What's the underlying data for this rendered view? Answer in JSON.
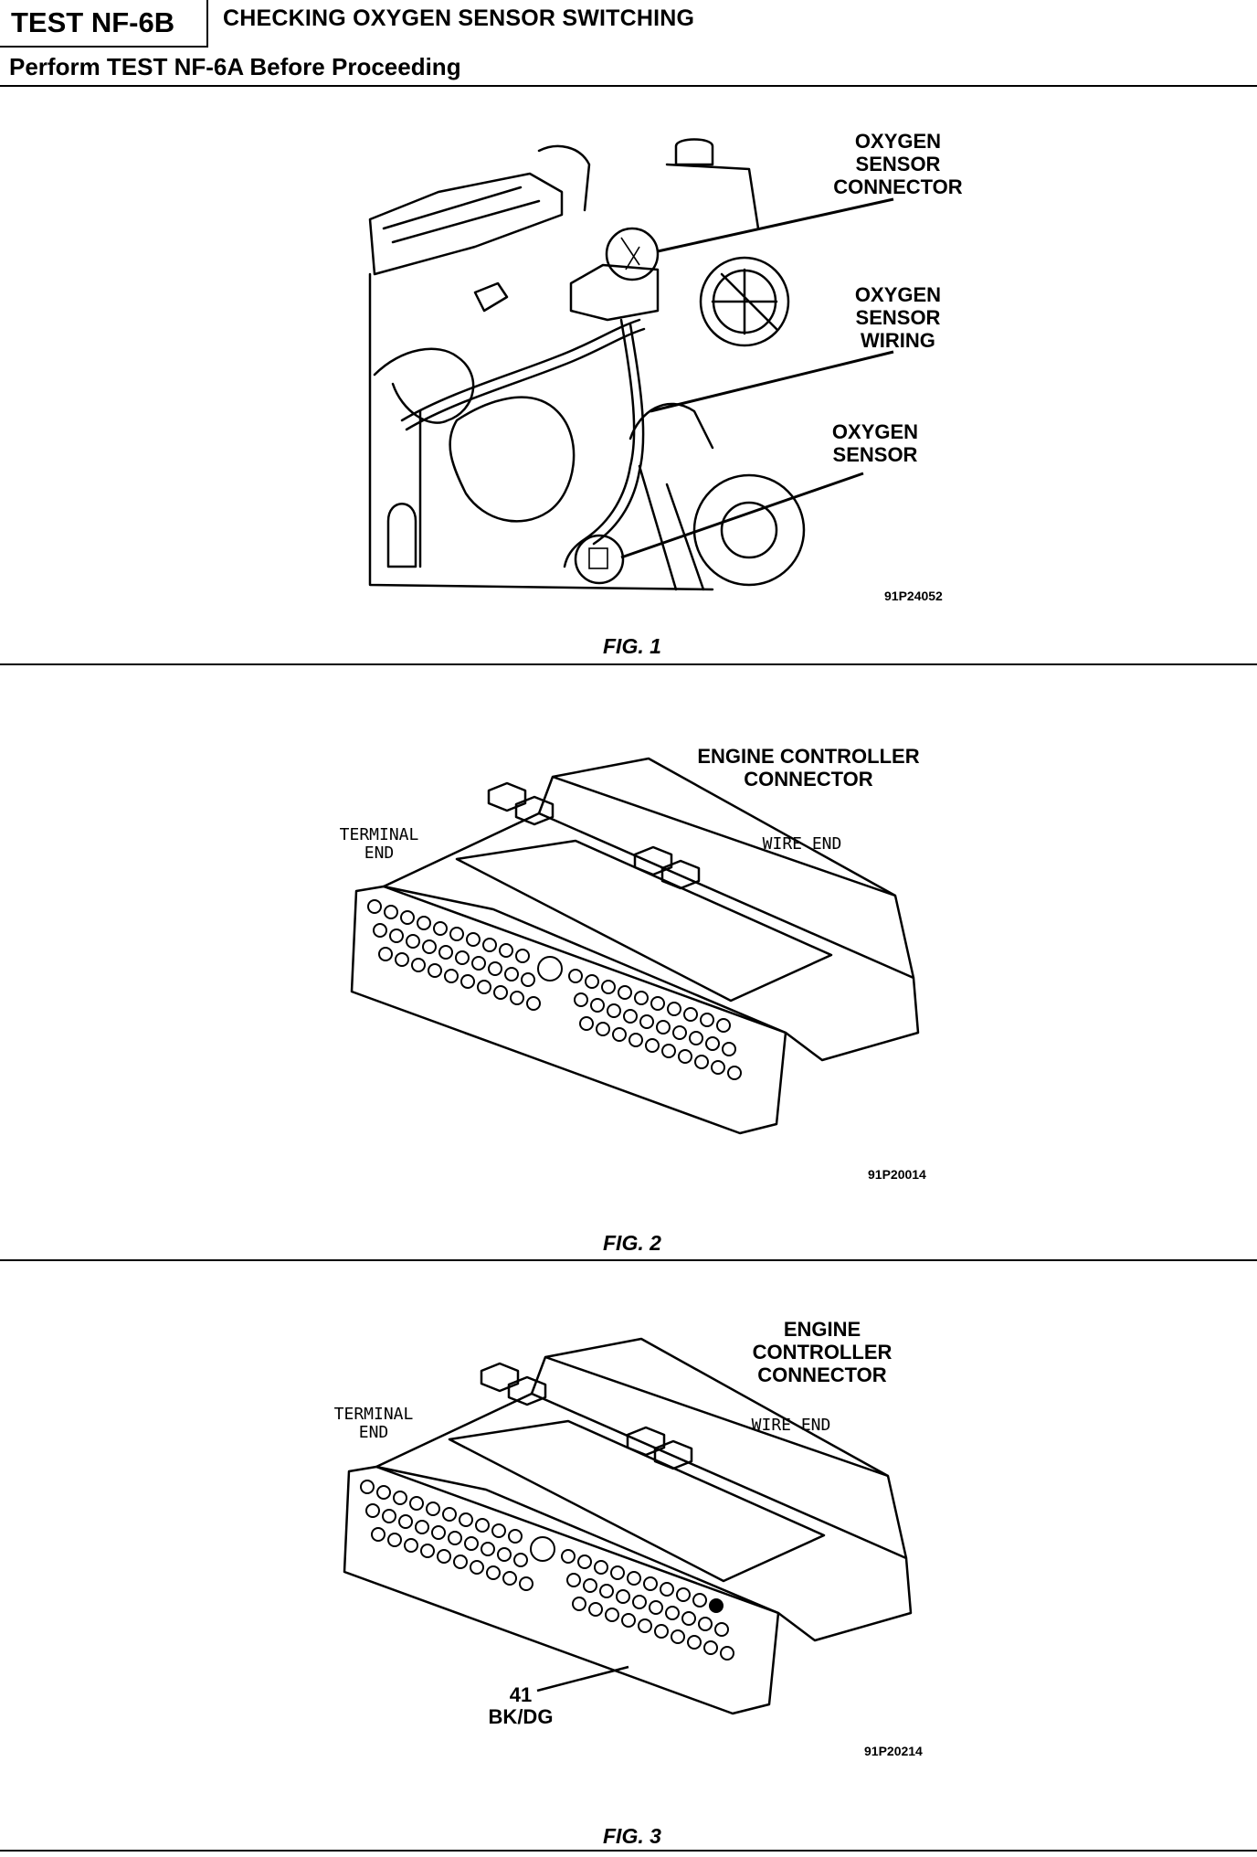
{
  "header": {
    "test_id": "TEST NF-6B",
    "title": "CHECKING OXYGEN SENSOR SWITCHING",
    "subtitle": "Perform TEST NF-6A Before Proceeding"
  },
  "figures": [
    {
      "caption": "FIG. 1",
      "ref_code": "91P24052",
      "callouts": [
        "OXYGEN\nSENSOR\nCONNECTOR",
        "OXYGEN\nSENSOR\nWIRING",
        "OXYGEN\nSENSOR"
      ]
    },
    {
      "caption": "FIG. 2",
      "ref_code": "91P20014",
      "title": "ENGINE CONTROLLER\nCONNECTOR",
      "terminal_label": "TERMINAL\nEND",
      "wire_label": "WIRE END"
    },
    {
      "caption": "FIG. 3",
      "ref_code": "91P20214",
      "title": "ENGINE\nCONTROLLER\nCONNECTOR",
      "terminal_label": "TERMINAL\nEND",
      "wire_label": "WIRE END",
      "pin_number": "41",
      "pin_color": "BK/DG"
    }
  ]
}
